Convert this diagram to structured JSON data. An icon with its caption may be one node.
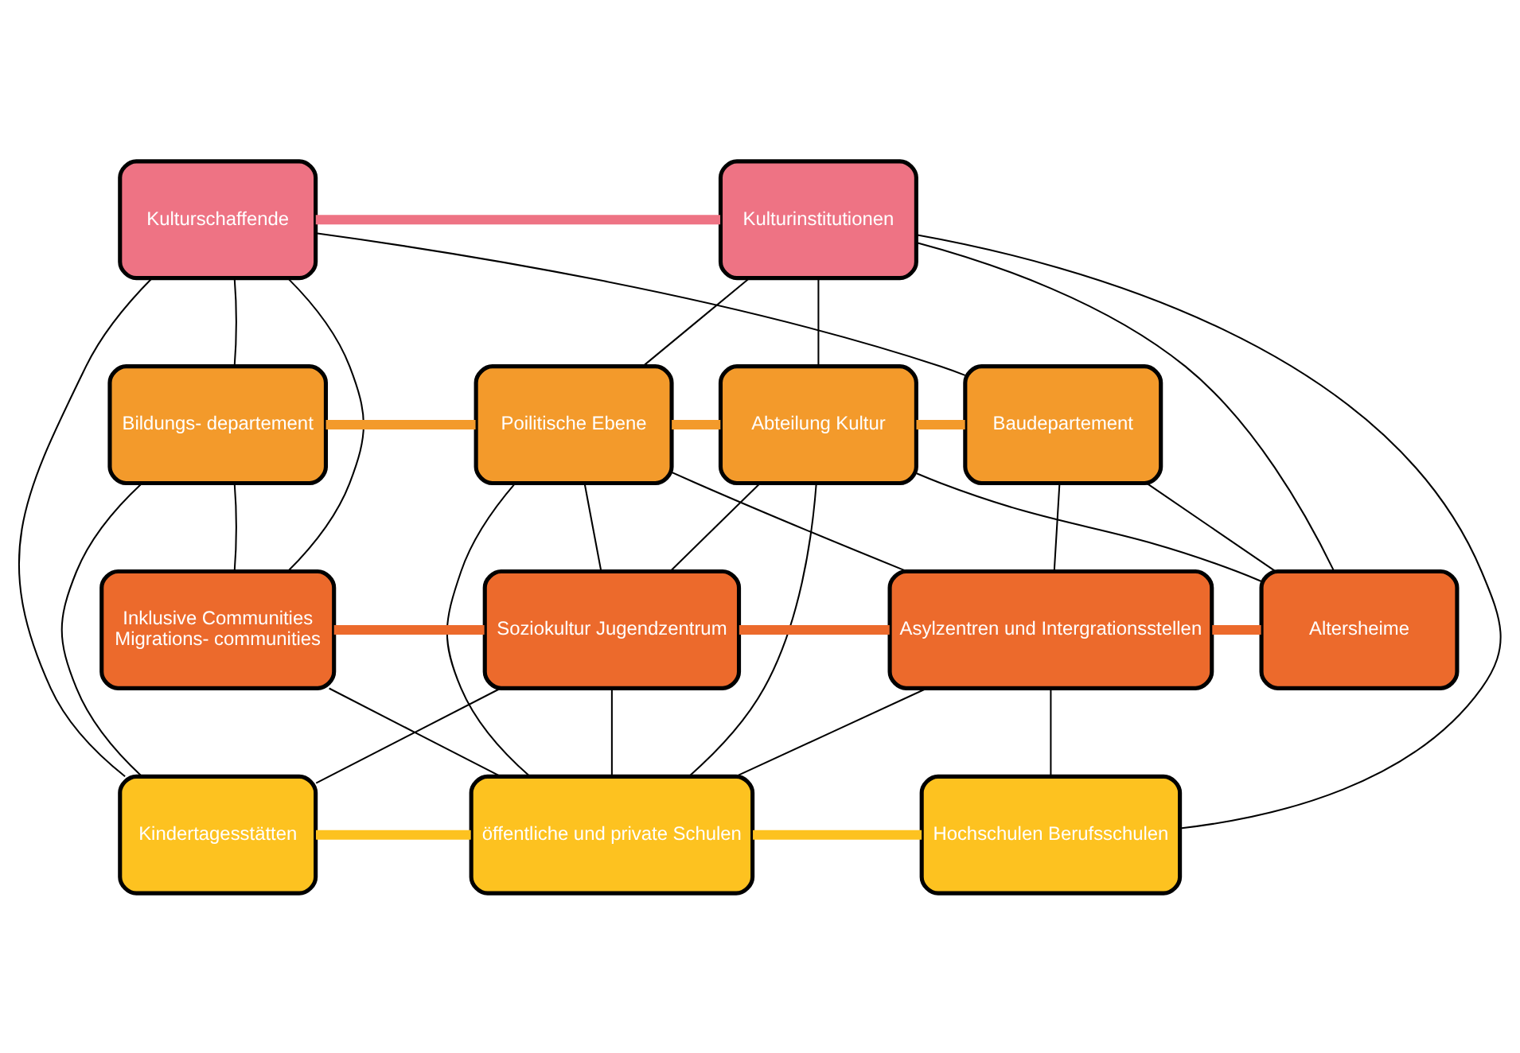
{
  "diagram": {
    "nodes": [
      {
        "text": [
          "Kulturschaffende"
        ]
      },
      {
        "text": [
          "Kulturinstitutionen"
        ]
      },
      {
        "text": [
          "Bildungs- departement"
        ]
      },
      {
        "text": [
          "Poilitische Ebene"
        ]
      },
      {
        "text": [
          "Abteilung Kultur"
        ]
      },
      {
        "text": [
          "Baudepartement"
        ]
      },
      {
        "text": [
          "Inklusive Communities",
          "Migrations- communities"
        ]
      },
      {
        "text": [
          "Soziokultur Jugendzentrum"
        ]
      },
      {
        "text": [
          "Asylzentren und Intergrationsstellen"
        ]
      },
      {
        "text": [
          "Altersheime"
        ]
      },
      {
        "text": [
          "Kindertagesstätten"
        ]
      },
      {
        "text": [
          "öffentliche und private Schulen"
        ]
      },
      {
        "text": [
          "Hochschulen Berufsschulen"
        ]
      }
    ],
    "edges": [
      {
        "from": 0,
        "to": 1,
        "arrow": "none",
        "style": "thick",
        "color": "#ee7384"
      },
      {
        "from": 2,
        "to": 3,
        "arrow": "none",
        "style": "thick",
        "color": "#f39a2b"
      },
      {
        "from": 3,
        "to": 4,
        "arrow": "none",
        "style": "thick",
        "color": "#f39a2b"
      },
      {
        "from": 4,
        "to": 5,
        "arrow": "none",
        "style": "thick",
        "color": "#f39a2b"
      },
      {
        "from": 6,
        "to": 7,
        "arrow": "none",
        "style": "thick",
        "color": "#ec6a2c"
      },
      {
        "from": 7,
        "to": 8,
        "arrow": "none",
        "style": "thick",
        "color": "#ec6a2c"
      },
      {
        "from": 8,
        "to": 9,
        "arrow": "none",
        "style": "thick",
        "color": "#ec6a2c"
      },
      {
        "from": 10,
        "to": 11,
        "arrow": "none",
        "style": "thick",
        "color": "#fdc220"
      },
      {
        "from": 11,
        "to": 12,
        "arrow": "none",
        "style": "thick",
        "color": "#fdc220"
      },
      {
        "from": 0,
        "to": 2,
        "arrow": "none"
      },
      {
        "from": 0,
        "to": 5,
        "arrow": "none"
      },
      {
        "from": 0,
        "to": 6,
        "arrow": "none"
      },
      {
        "from": 0,
        "to": 10,
        "arrow": "none"
      },
      {
        "from": 1,
        "to": 3,
        "arrow": "none"
      },
      {
        "from": 1,
        "to": 4,
        "arrow": "none"
      },
      {
        "from": 1,
        "to": 9,
        "arrow": "none"
      },
      {
        "from": 1,
        "to": 12,
        "arrow": "none"
      },
      {
        "from": 2,
        "to": 6,
        "arrow": "none"
      },
      {
        "from": 2,
        "to": 10,
        "arrow": "none"
      },
      {
        "from": 3,
        "to": 7,
        "arrow": "none"
      },
      {
        "from": 3,
        "to": 8,
        "arrow": "none"
      },
      {
        "from": 3,
        "to": 11,
        "arrow": "none"
      },
      {
        "from": 4,
        "to": 7,
        "arrow": "none"
      },
      {
        "from": 4,
        "to": 9,
        "arrow": "none"
      },
      {
        "from": 4,
        "to": 11,
        "arrow": "none"
      },
      {
        "from": 5,
        "to": 8,
        "arrow": "none"
      },
      {
        "from": 5,
        "to": 9,
        "arrow": "none"
      },
      {
        "from": 6,
        "to": 11,
        "arrow": "none"
      },
      {
        "from": 7,
        "to": 10,
        "arrow": "none"
      },
      {
        "from": 7,
        "to": 11,
        "arrow": "none"
      },
      {
        "from": 8,
        "to": 11,
        "arrow": "none"
      },
      {
        "from": 8,
        "to": 12,
        "arrow": "none"
      }
    ]
  }
}
